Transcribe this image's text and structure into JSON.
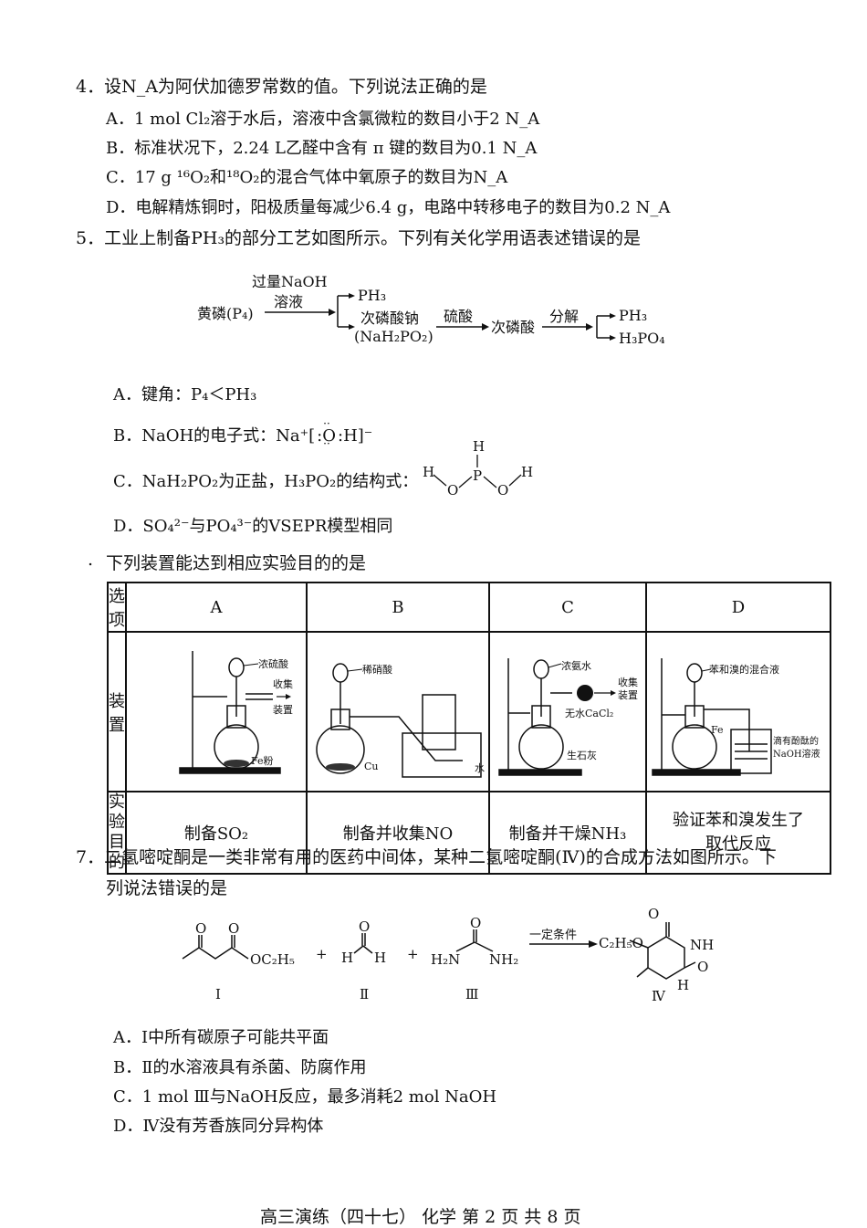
{
  "q4": {
    "stem": "4．设N_A为阿伏加德罗常数的值。下列说法正确的是",
    "options": [
      "A．1 mol Cl₂溶于水后，溶液中含氯微粒的数目小于2 N_A",
      "B．标准状况下，2.24 L乙醛中含有 π 键的数目为0.1 N_A",
      "C．17 g ¹⁶O₂和¹⁸O₂的混合气体中氧原子的数目为N_A",
      "D．电解精炼铜时，阳极质量每减少6.4 g，电路中转移电子的数目为0.2 N_A"
    ]
  },
  "q5": {
    "stem": "5．工业上制备PH₃的部分工艺如图所示。下列有关化学用语表述错误的是",
    "flow": {
      "start": "黄磷(P₄)",
      "reagent1_line1": "过量NaOH",
      "reagent1_line2": "溶液",
      "product_gas": "PH₃",
      "salt_name": "次磷酸钠",
      "salt_formula": "(NaH₂PO₂)",
      "reagent2": "硫酸",
      "acid": "次磷酸",
      "reagent3": "分解",
      "final1": "PH₃",
      "final2": "H₃PO₄"
    },
    "options": {
      "a": "A．键角：P₄＜PH₃",
      "b_prefix": "B．NaOH的电子式：Na⁺[",
      "b_suffix": ":H]⁻",
      "b_o": "O",
      "c": "C．NaH₂PO₂为正盐，H₃PO₂的结构式：",
      "d": "D．SO₄²⁻与PO₄³⁻的VSEPR模型相同"
    },
    "struct_atoms": {
      "h_top": "H",
      "p": "P",
      "o": "O",
      "h": "H"
    }
  },
  "q6": {
    "stem": "下列装置能达到相应实验目的的是",
    "dot": ".",
    "header": [
      "选项",
      "A",
      "B",
      "C",
      "D"
    ],
    "row_label_device": "装置",
    "row_label_purpose_1": "实验",
    "row_label_purpose_2": "目的",
    "devices": {
      "a": {
        "reagent": "浓硫酸",
        "collect1": "收集",
        "collect2": "装置",
        "solid": "Fe粉"
      },
      "b": {
        "reagent": "稀硝酸",
        "solid": "Cu",
        "water": "水"
      },
      "c": {
        "reagent": "浓氨水",
        "collect1": "收集",
        "collect2": "装置",
        "dryer": "无水CaCl₂",
        "solid": "生石灰"
      },
      "d": {
        "reagent": "苯和溴的混合液",
        "solid": "Fe",
        "beaker1": "滴有酚酞的",
        "beaker2": "NaOH溶液"
      }
    },
    "purposes": [
      "制备SO₂",
      "制备并收集NO",
      "制备并干燥NH₃",
      "验证苯和溴发生了",
      "取代反应"
    ]
  },
  "q7": {
    "stem_line1": "7．二氢嘧啶酮是一类非常有用的医药中间体，某种二氢嘧啶酮(Ⅳ)的合成方法如图所示。下",
    "stem_line2": "列说法错误的是",
    "scheme": {
      "label1": "Ⅰ",
      "label2": "Ⅱ",
      "label3": "Ⅲ",
      "label4": "Ⅳ",
      "plus": "+",
      "condition": "一定条件",
      "oc2h5": "OC₂H₅",
      "c2h5o": "C₂H₅O",
      "h2n": "H₂N",
      "nh2": "NH₂",
      "nh": "NH",
      "n_h": "H",
      "o": "O",
      "h": "H"
    },
    "options": [
      "A．Ⅰ中所有碳原子可能共平面",
      "B．Ⅱ的水溶液具有杀菌、防腐作用",
      "C．1 mol Ⅲ与NaOH反应，最多消耗2 mol NaOH",
      "D．Ⅳ没有芳香族同分异构体"
    ]
  },
  "footer": "高三演练（四十七）  化学  第 2 页  共 8 页"
}
